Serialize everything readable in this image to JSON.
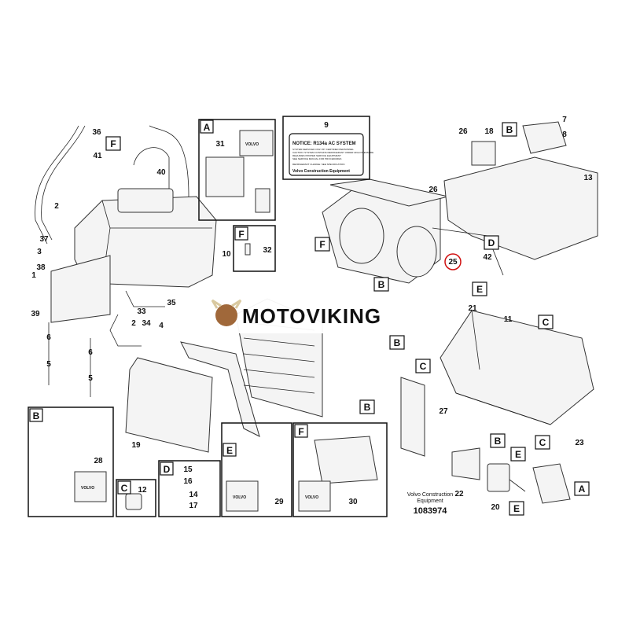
{
  "diagram": {
    "callouts": {
      "c36": "36",
      "c41": "41",
      "c2a": "2",
      "c37": "37",
      "c3": "3",
      "c38": "38",
      "c1": "1",
      "c39": "39",
      "c6a": "6",
      "c5a": "5",
      "c40": "40",
      "c10": "10",
      "c35": "35",
      "c33": "33",
      "c2b": "2",
      "c34": "34",
      "c4": "4",
      "c6b": "6",
      "c5b": "5",
      "c31": "31",
      "c32": "32",
      "c9": "9",
      "c25": "25",
      "c42": "42",
      "c26a": "26",
      "c18": "18",
      "c7": "7",
      "c8": "8",
      "c26b": "26",
      "c13": "13",
      "c21": "21",
      "c11": "11",
      "c27": "27",
      "c23": "23",
      "c22": "22",
      "c20": "20",
      "c19": "19",
      "c28": "28",
      "c12": "12",
      "c15": "15",
      "c16": "16",
      "c14": "14",
      "c17": "17",
      "c29": "29",
      "c30": "30"
    },
    "letters": {
      "F1": "F",
      "A1": "A",
      "F2": "F",
      "F3": "F",
      "D1": "D",
      "E1": "E",
      "B1": "B",
      "B2": "B",
      "C1": "C",
      "B3": "B",
      "C2": "C",
      "B4": "B",
      "B5": "B",
      "E2": "E",
      "C3": "C",
      "E3": "E",
      "A2": "A",
      "Bb": "B",
      "Cb": "C",
      "Db": "D",
      "Eb": "E",
      "Fb": "F"
    },
    "notice_label": {
      "title": "NOTICE: R134a AC SYSTEM",
      "lines": [
        "SYSTEM SERVICED ONLY BY CERTIFIED PERSONNEL",
        "CAUTION: SYSTEM CONTAINS REFRIGERANT UNDER HIGH PRESSURE",
        "REQUIRES PROPER SERVICE EQUIPMENT",
        "SEE SERVICE MANUAL FOR PROCEDURES",
        "REFRIGERANT CHARGE: SEE SPECIFICATION"
      ],
      "footer": "Volvo Construction Equipment"
    },
    "box_part_brand": "VOLVO",
    "watermark": "MOTOVIKING",
    "footer": {
      "line1": "Volvo Construction",
      "line2": "Equipment",
      "number": "1083974"
    },
    "highlight_color": "#d01010"
  }
}
